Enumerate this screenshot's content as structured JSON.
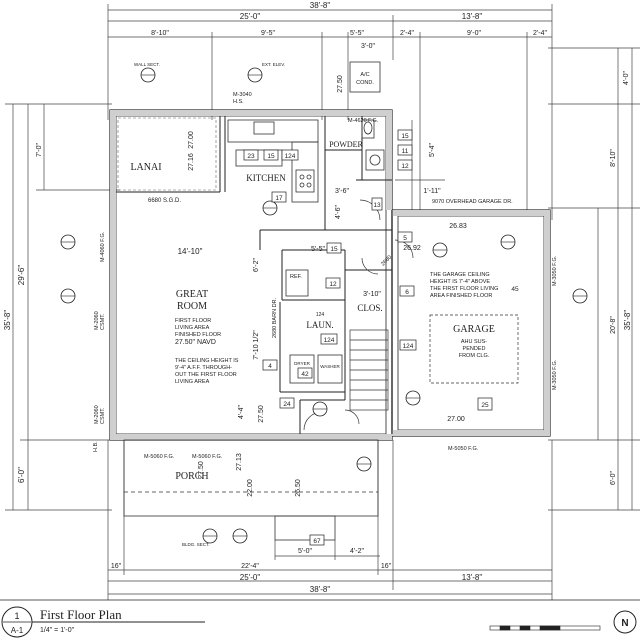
{
  "title": "First Floor Plan",
  "scale": "1/4\" = 1'-0\"",
  "sheet": {
    "number": "1",
    "sheet_id": "A-1"
  },
  "north_label": "N",
  "dims": {
    "top_total": "38'-8\"",
    "top_left": "25'-0\"",
    "top_right": "13'-8\"",
    "top_sub1": "8'-10\"",
    "top_sub2": "9'-5\"",
    "top_sub3": "5'-5\"",
    "top_sub4": "3'-0\"",
    "top_sub5": "2'-4\"",
    "top_sub6": "9'-0\"",
    "top_sub7": "2'-4\"",
    "bottom_total": "38'-8\"",
    "bottom_left": "25'-0\"",
    "bottom_right": "13'-8\"",
    "bottom_sub1": "16\"",
    "bottom_sub2": "22'-4\"",
    "bottom_sub3": "16\"",
    "bottom_sub4": "5'-0\"",
    "bottom_sub5": "4'-2\"",
    "left_total": "35'-8\"",
    "left_upper": "29'-6\"",
    "left_lower": "6'-0\"",
    "left_sub1": "7'-0\"",
    "right_total": "35'-8\"",
    "right_sub1": "4'-0\"",
    "right_sub2": "8'-10\"",
    "right_sub3": "20'-8\"",
    "right_sub4": "6'-0\"",
    "right_sub5": "5'-4\"",
    "right_sub6": "1'-11\"",
    "int_1": "27.00",
    "int_2": "27.16",
    "int_3": "27.50",
    "int_4": "14'-10\"",
    "int_5": "6'-2\"",
    "int_6": "7'-10 1/2\"",
    "int_7": "4'-4\"",
    "int_8": "27.50",
    "int_9": "27.13",
    "int_10": "22.00",
    "int_11": "26.50",
    "int_12": "26.83",
    "int_13": "26.92",
    "int_14": "27.00",
    "int_15": "3'-10\"",
    "int_16": "5'-5\"",
    "int_17": "3'-6\"",
    "int_18": "4'-6\"",
    "int_19": "27.50"
  },
  "rooms": {
    "lanai": "LANAI",
    "kitchen": "KITCHEN",
    "powder": "POWDER",
    "great_room_1": "GREAT",
    "great_room_2": "ROOM",
    "laun": "LAUN.",
    "clos": "CLOS.",
    "garage": "GARAGE",
    "porch": "PORCH"
  },
  "notes": {
    "gr_1": "FIRST FLOOR",
    "gr_2": "LIVING AREA",
    "gr_3": "FINISHED FLOOR",
    "gr_4": "27.50\" NAVD",
    "ceil_1": "THE CEILING HEIGHT IS",
    "ceil_2": "9'-4\" A.F.F. THROUGH-",
    "ceil_3": "OUT THE FIRST FLOOR",
    "ceil_4": "LIVING AREA",
    "gar_1": "THE GARAGE CEILING",
    "gar_2": "HEIGHT IS 7'-4\" ABOVE",
    "gar_3": "THE FIRST FLOOR LIVING",
    "gar_4": "AREA FINISHED FLOOR",
    "ahu_1": "AHU SUS-",
    "ahu_2": "PENDED",
    "ahu_3": "FROM CLG.",
    "garage_door": "9070 OVERHEAD GARAGE DR.",
    "ac_1": "A/C",
    "ac_2": "COND.",
    "win_top": "M-3040",
    "win_top2": "H.S.",
    "win_powder": "M-4620 F.G.",
    "sgd": "6680 S.G.D.",
    "win_left": "M-4060 F.G.",
    "win_left2": "M-2060",
    "win_left3": "CSMT.",
    "win_left4": "M-2060",
    "win_left5": "CSMT.",
    "win_porch1": "M-5060 F.G.",
    "win_porch2": "M-5060 F.G.",
    "win_garage": "M-5050 F.G.",
    "win_right1": "M-3050 F.G.",
    "win_right2": "M-3050 F.G.",
    "barn": "2680 BARN DR.",
    "door_6": "2680",
    "ref": "REF.",
    "dryer": "DRYER",
    "washer": "WASHER",
    "hb": "H.B.",
    "wall_sect": "WALL SECT.",
    "ext_elev": "EXT. ELEV.",
    "bldg_sect": "BLDG. SECT."
  },
  "tags": [
    "23",
    "15",
    "124",
    "17",
    "15",
    "11",
    "12",
    "5",
    "6",
    "15",
    "12",
    "124",
    "124",
    "124",
    "42",
    "4",
    "24",
    "67",
    "45",
    "25",
    "13"
  ]
}
